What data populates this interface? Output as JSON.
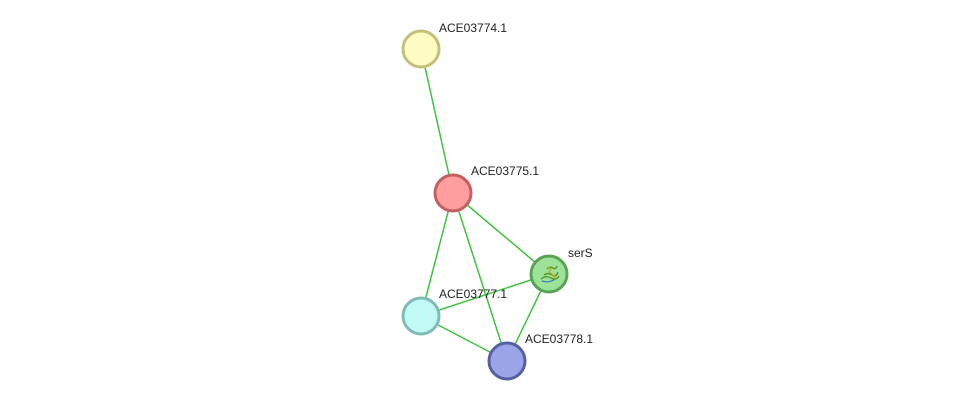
{
  "network": {
    "nodes": [
      {
        "id": "ACE03774.1",
        "label": "ACE03774.1",
        "fill": "#fffdc4",
        "stroke": "#c4c07a"
      },
      {
        "id": "ACE03775.1",
        "label": "ACE03775.1",
        "fill": "#ff9e9e",
        "stroke": "#c45f5f"
      },
      {
        "id": "serS",
        "label": "serS",
        "fill": "#9ee29a",
        "stroke": "#5aa356",
        "has_structure_icon": true
      },
      {
        "id": "ACE03777.1",
        "label": "ACE03777.1",
        "fill": "#c2fbf5",
        "stroke": "#7fbcb6"
      },
      {
        "id": "ACE03778.1",
        "label": "ACE03778.1",
        "fill": "#9aa4e6",
        "stroke": "#5560a0"
      }
    ],
    "edges": [
      {
        "source": "ACE03774.1",
        "target": "ACE03775.1"
      },
      {
        "source": "ACE03775.1",
        "target": "serS"
      },
      {
        "source": "ACE03775.1",
        "target": "ACE03777.1"
      },
      {
        "source": "ACE03775.1",
        "target": "ACE03778.1"
      },
      {
        "source": "serS",
        "target": "ACE03777.1"
      },
      {
        "source": "serS",
        "target": "ACE03778.1"
      },
      {
        "source": "ACE03777.1",
        "target": "ACE03778.1"
      }
    ],
    "edge_color": "#3fc23f"
  }
}
